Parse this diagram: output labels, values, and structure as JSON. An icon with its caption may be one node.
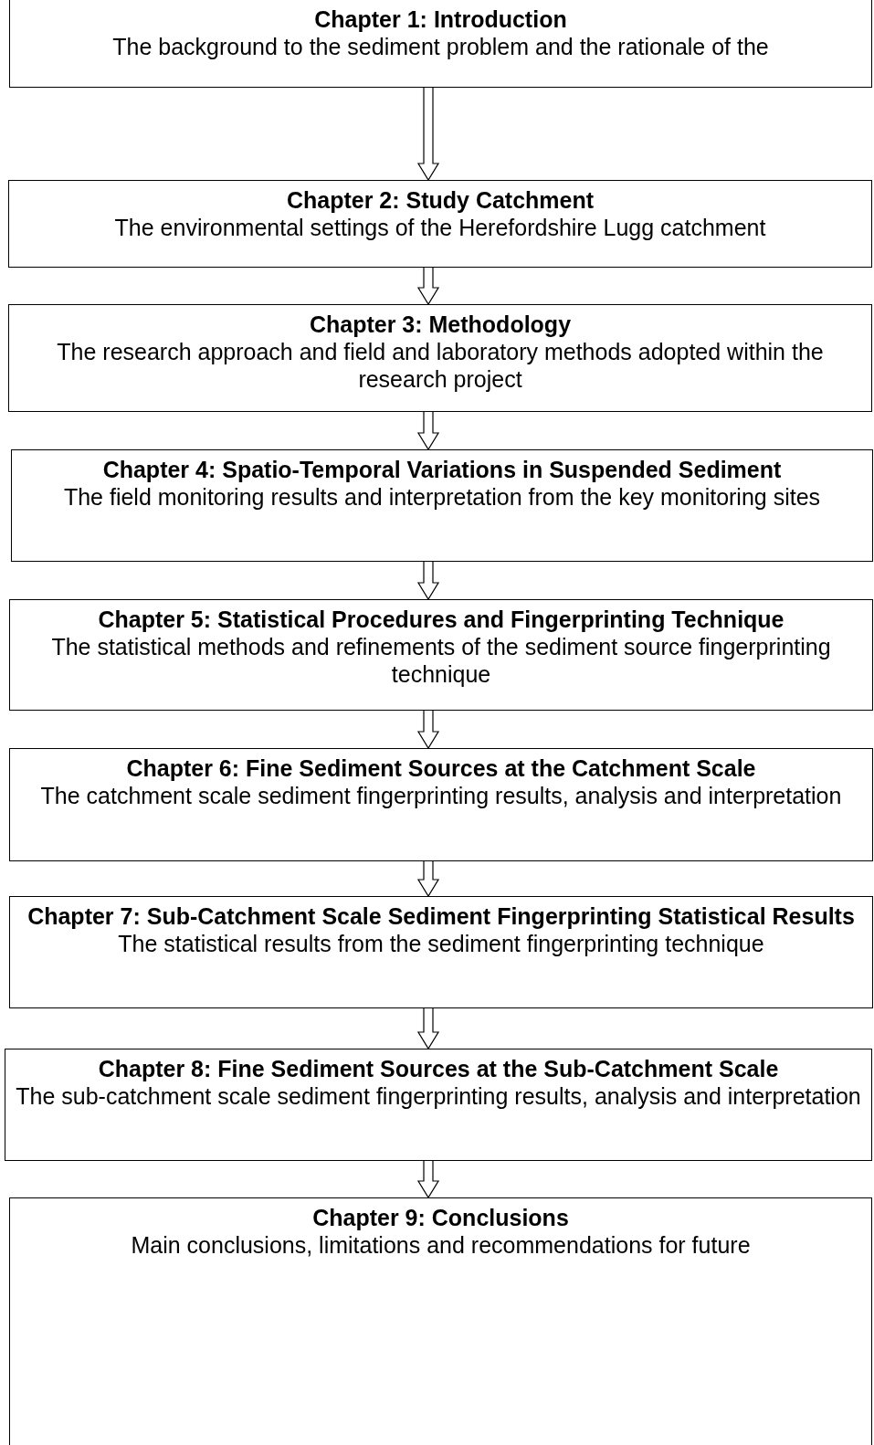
{
  "diagram": {
    "nodes": [
      {
        "text": [
          "Chapter 1: Introduction",
          "The background to the sediment problem and the rationale of the"
        ]
      },
      {
        "text": [
          "Chapter 2: Study Catchment",
          "The environmental settings of the Herefordshire Lugg catchment"
        ]
      },
      {
        "text": [
          "Chapter 3: Methodology",
          "The research approach and field and laboratory methods adopted within the research project"
        ]
      },
      {
        "text": [
          "Chapter 4: Spatio-Temporal Variations in Suspended Sediment",
          "The field monitoring results and interpretation from the key monitoring sites"
        ]
      },
      {
        "text": [
          "Chapter 5: Statistical Procedures and Fingerprinting Technique",
          "The statistical methods and refinements of the sediment source fingerprinting technique"
        ]
      },
      {
        "text": [
          "Chapter 6: Fine Sediment Sources at the Catchment Scale",
          "The catchment scale sediment fingerprinting results, analysis and interpretation"
        ]
      },
      {
        "text": [
          "Chapter 7: Sub-Catchment Scale Sediment Fingerprinting Statistical Results",
          "The statistical results from the sediment fingerprinting technique"
        ]
      },
      {
        "text": [
          "Chapter 8: Fine Sediment Sources at the Sub-Catchment Scale",
          "The sub-catchment scale sediment fingerprinting results, analysis and interpretation"
        ]
      },
      {
        "text": [
          "Chapter 9: Conclusions",
          "Main conclusions, limitations and recommendations for future"
        ]
      }
    ],
    "edges": [
      {
        "from": 0,
        "to": 1,
        "arrow": "to"
      },
      {
        "from": 1,
        "to": 2,
        "arrow": "to"
      },
      {
        "from": 2,
        "to": 3,
        "arrow": "to"
      },
      {
        "from": 3,
        "to": 4,
        "arrow": "to"
      },
      {
        "from": 4,
        "to": 5,
        "arrow": "to"
      },
      {
        "from": 5,
        "to": 6,
        "arrow": "to"
      },
      {
        "from": 6,
        "to": 7,
        "arrow": "to"
      },
      {
        "from": 7,
        "to": 8,
        "arrow": "to"
      }
    ]
  }
}
